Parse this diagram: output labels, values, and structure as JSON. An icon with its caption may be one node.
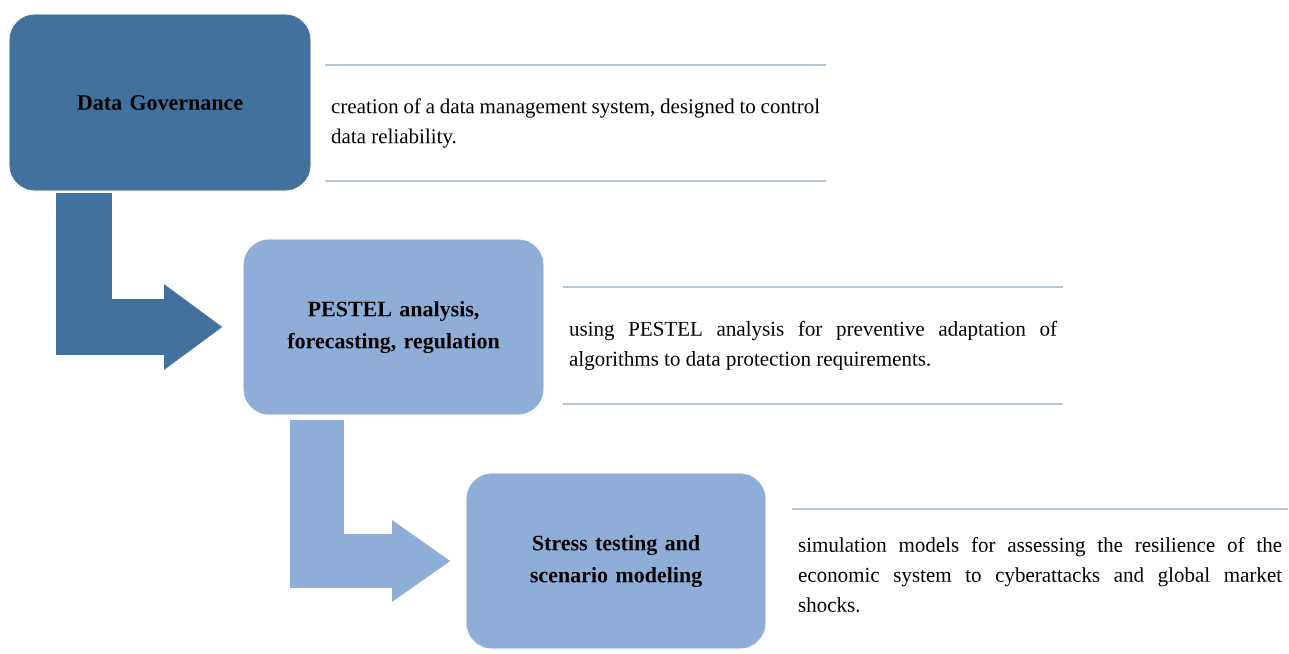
{
  "diagram": {
    "nodes": [
      {
        "text": [
          "Data Governance"
        ]
      },
      {
        "text": [
          "creation of a data management system, designed to control data reliability."
        ]
      },
      {
        "text": [
          "PESTEL analysis, forecasting, regulation"
        ]
      },
      {
        "text": [
          "using PESTEL analysis for preventive adaptation of algorithms to data protection requirements."
        ]
      },
      {
        "text": [
          "Stress testing and scenario modeling"
        ]
      },
      {
        "text": [
          "simulation models for assessing the resilience of the economic system to cyberattacks and global market shocks."
        ]
      }
    ],
    "edges": [
      {
        "from": 0,
        "to": 2,
        "arrow": "to",
        "style": "thick",
        "color": "#41719c"
      },
      {
        "from": 2,
        "to": 4,
        "arrow": "to",
        "style": "thick",
        "color": "#8eaed8"
      }
    ]
  }
}
